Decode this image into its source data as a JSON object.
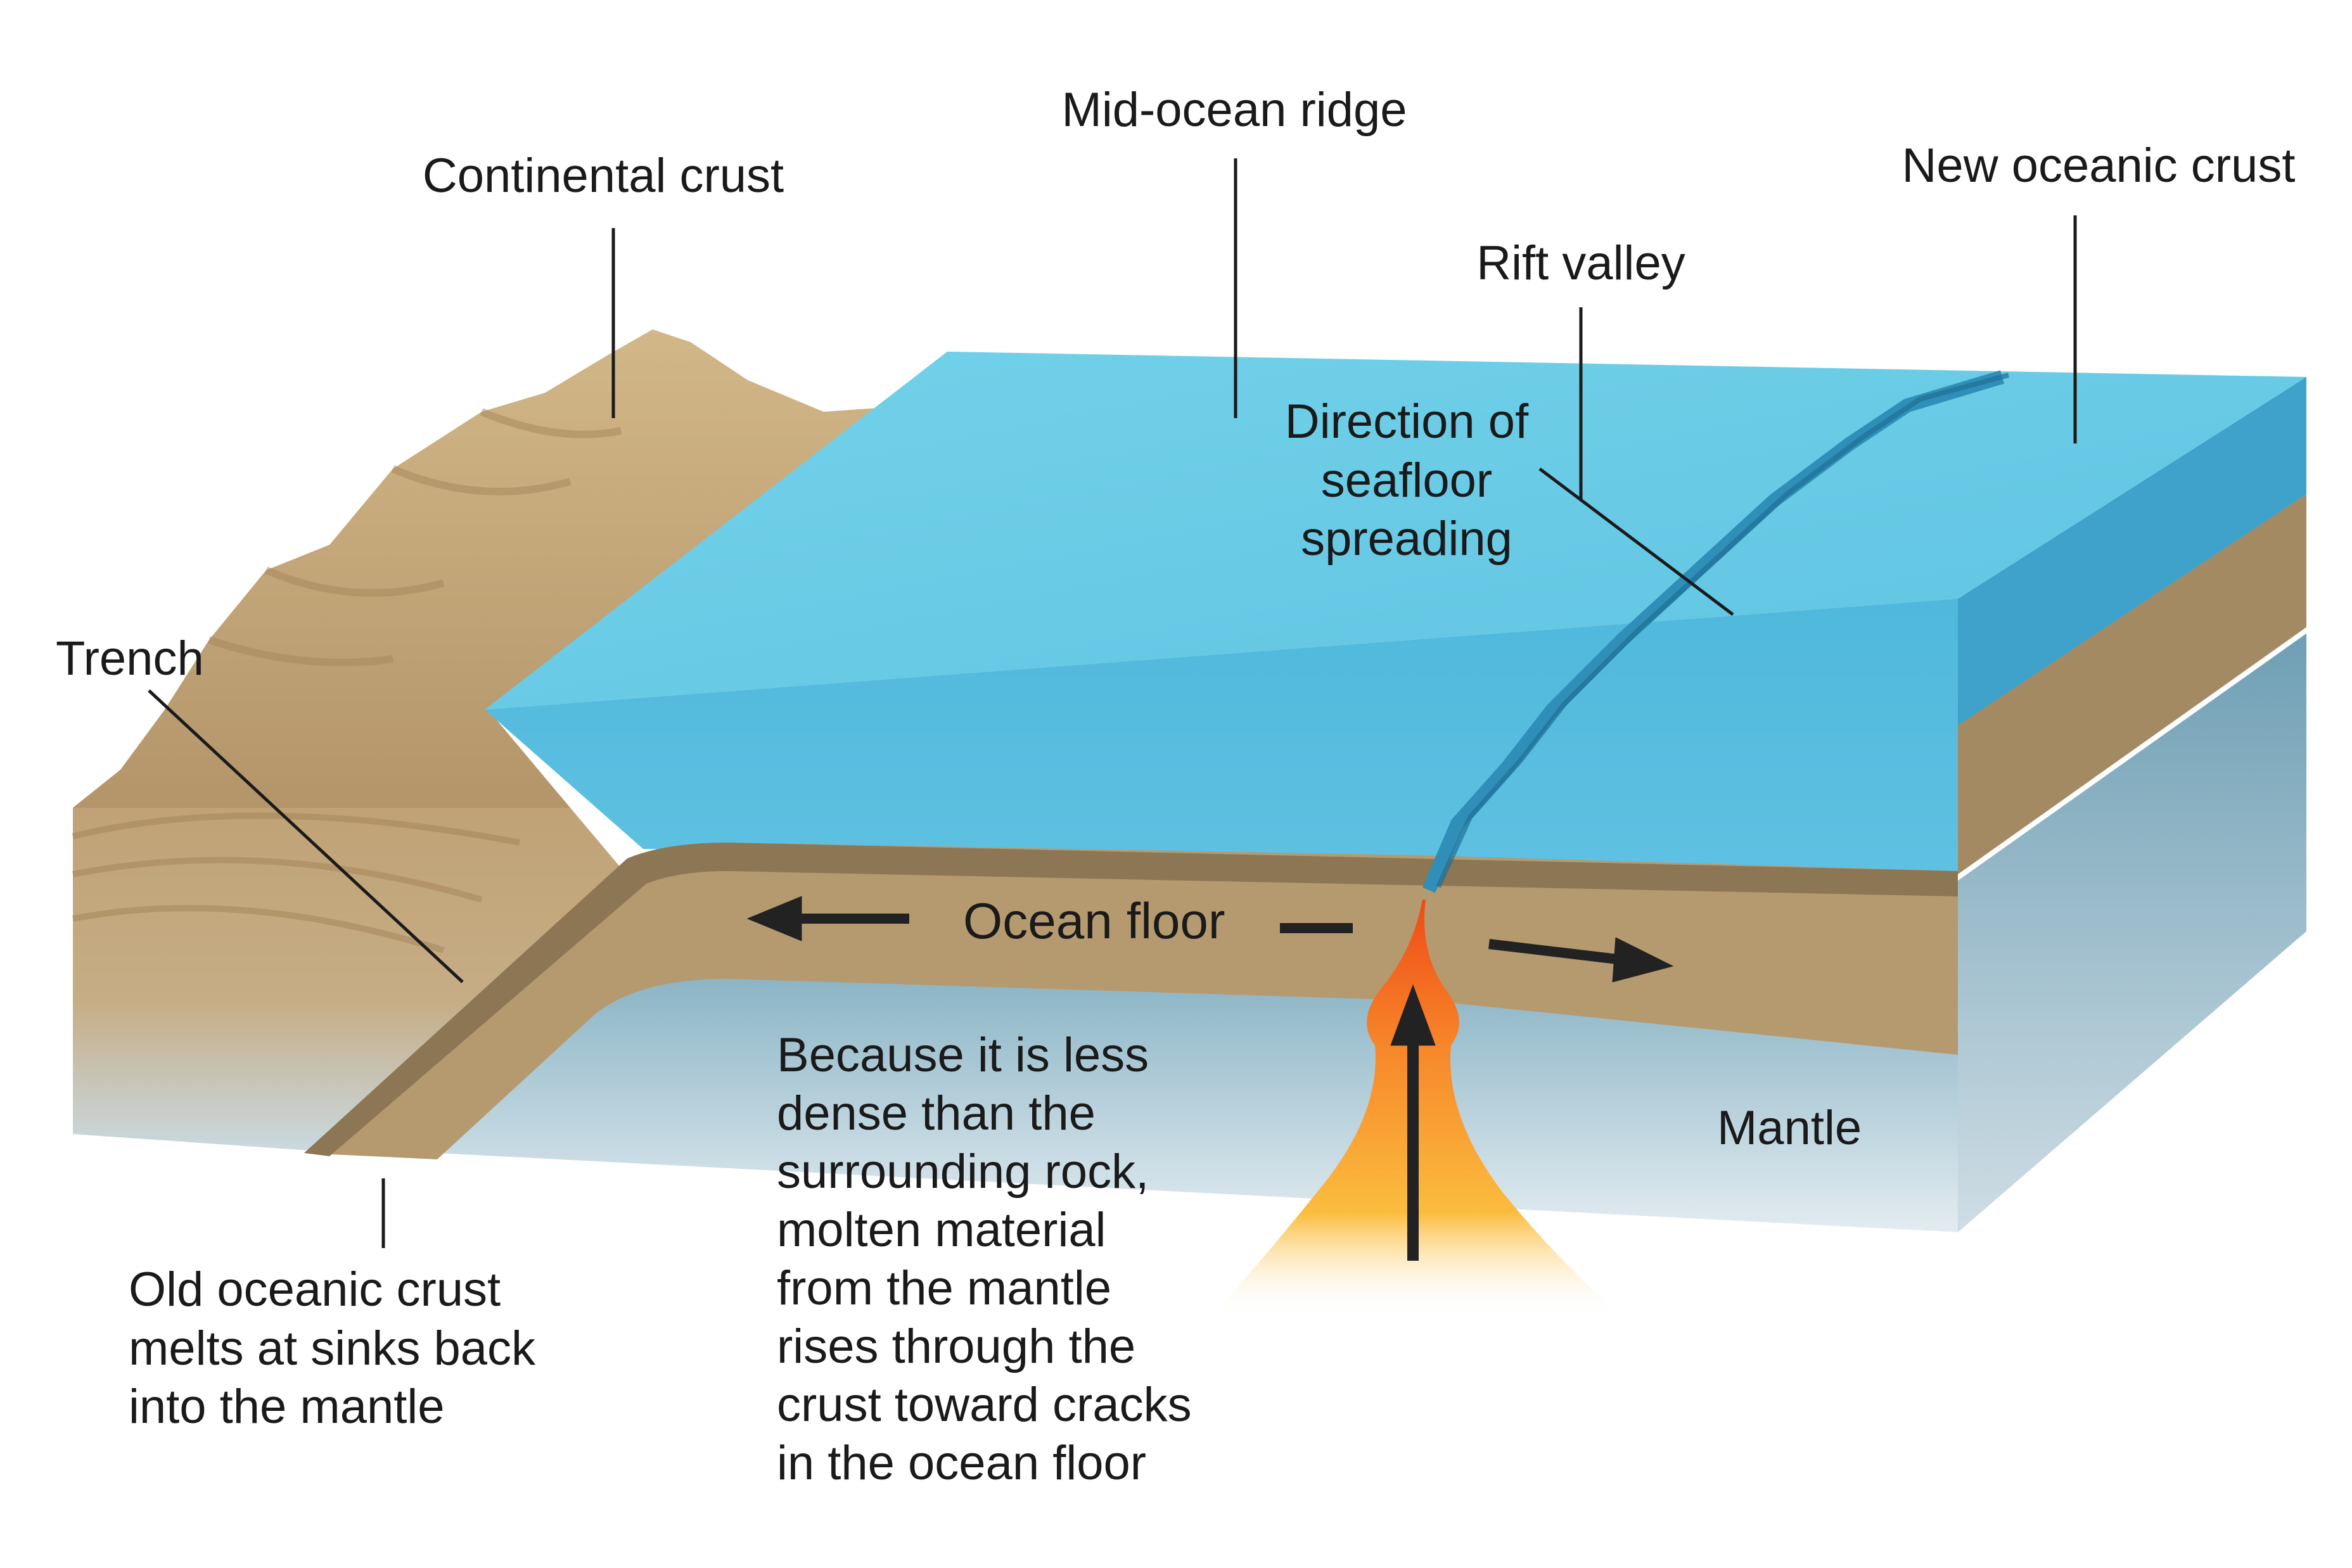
{
  "labels": {
    "mid_ocean_ridge": "Mid-ocean ridge",
    "continental_crust": "Continental crust",
    "new_oceanic_crust": "New oceanic crust",
    "rift_valley": "Rift valley",
    "direction": "Direction of\nseafloor\nspreading",
    "trench": "Trench",
    "ocean_floor": "Ocean floor",
    "mantle": "Mantle",
    "old_crust": "Old oceanic crust\nmelts at sinks back\ninto the mantle",
    "molten": "Because it is less\ndense than the\nsurrounding rock,\nmolten material\nfrom the mantle\nrises through the\ncrust toward cracks\nin the ocean floor"
  },
  "colors": {
    "ocean_top": "#6ccde6",
    "ocean_front": "#47b3d8",
    "ocean_side": "#3fa4cc",
    "crust": "#b59a70",
    "crust_dark": "#8f7958",
    "continent": "#c9ad7f",
    "mantle_top": "#8fb8c8",
    "mantle_bottom": "#dfe9ef",
    "magma_hot": "#f2561d",
    "magma_warm": "#fbbd3e",
    "leader_line": "#1a1a1a",
    "arrow": "#222222"
  }
}
